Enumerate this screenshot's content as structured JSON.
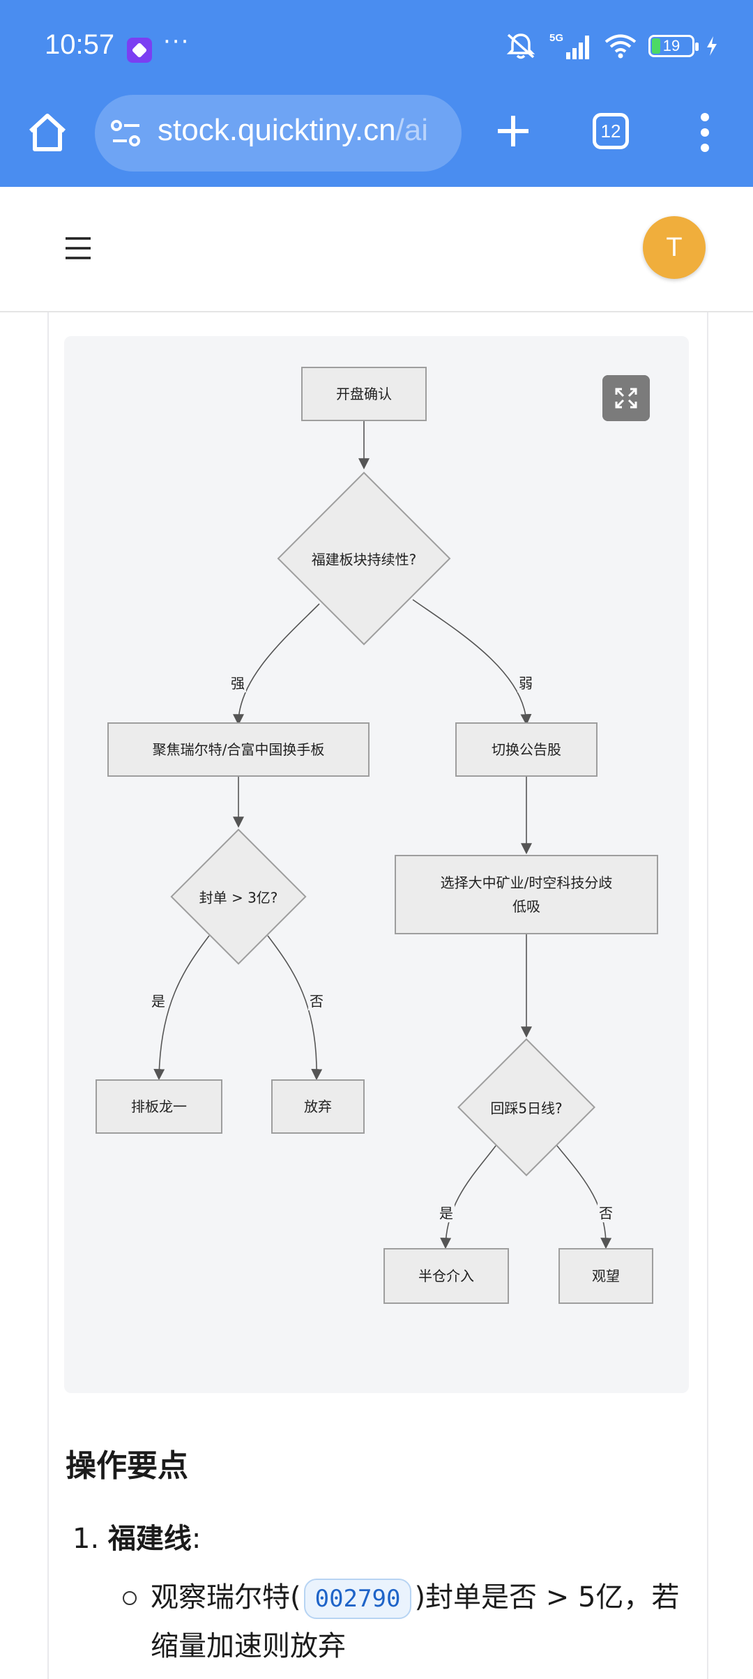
{
  "status_bar": {
    "time": "10:57",
    "overflow_dots": "···",
    "network": "5G",
    "battery": "19",
    "icons": [
      "notifications-muted-icon",
      "5g-signal-icon",
      "wifi-icon",
      "battery-icon",
      "charging-icon"
    ]
  },
  "browser": {
    "url_main": "stock.quicktiny.cn",
    "url_rest": "/ai",
    "tab_count": "12",
    "icons": [
      "home-icon",
      "site-settings-icon",
      "new-tab-icon",
      "tab-switcher-icon",
      "more-menu-icon"
    ]
  },
  "app_header": {
    "avatar_letter": "T",
    "icons": [
      "hamburger-menu-icon"
    ]
  },
  "flowchart": {
    "expand_icon": "fullscreen-icon",
    "nodes": {
      "start": "开盘确认",
      "q_sustain": "福建板块持续性?",
      "focus": "聚焦瑞尔特/合富中国换手板",
      "switch": "切换公告股",
      "q_seal": "封单 > 3亿?",
      "choose_line1": "选择大中矿业/时空科技分歧",
      "choose_line2": "低吸",
      "dragon": "排板龙一",
      "give_up": "放弃",
      "q_ma5": "回踩5日线?",
      "half": "半仓介入",
      "watch": "观望"
    },
    "edge_labels": {
      "strong": "强",
      "weak": "弱",
      "yes1": "是",
      "no1": "否",
      "yes2": "是",
      "no2": "否"
    }
  },
  "content": {
    "section_title": "操作要点",
    "list_num": "1.",
    "list_title": "福建线",
    "list_colon": ":",
    "sub_prefix": "观察瑞尔特(",
    "sub_code": "002790",
    "sub_suffix": ")封单是否 > 5亿，若缩量加速则放弃"
  }
}
